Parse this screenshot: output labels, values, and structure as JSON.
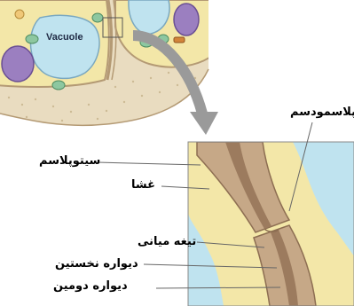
{
  "labels": {
    "vacuole": "Vacuole",
    "plasmodesm": "پلاسمودسم",
    "cytoplasm": "سیتوپلاسم",
    "membrane": "غشا",
    "middle_lamella": "تیغه میانی",
    "primary_wall": "دیواره نخستین",
    "secondary_wall": "دیواره دومین"
  },
  "colors": {
    "cell_wall": "#e9dcc0",
    "cytoplasm": "#f3e7a8",
    "vacuole": "#bfe3ef",
    "membrane_band": "#c6a887",
    "middle_lamella": "#9c7b5e",
    "arrow": "#9a9a9a",
    "organelle_purple": "#9b7fc0",
    "organelle_green": "#8dc7a0"
  }
}
